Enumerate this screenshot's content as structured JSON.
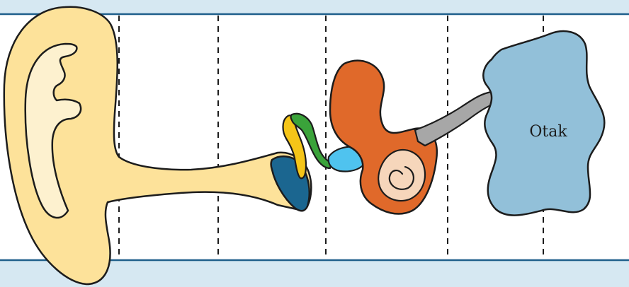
{
  "diagram": {
    "labels": {
      "brain": "Otak"
    },
    "colors": {
      "background": "#d6e8f2",
      "band": "#ffffff",
      "band_border": "#1f5f8b",
      "divider": "#1c1c1c",
      "outline": "#1c1c1c",
      "outer_ear": "#fde29a",
      "outer_ear_inner": "#fdf1cf",
      "eardrum": "#1b6690",
      "malleus": "#f5c518",
      "incus": "#3aa33a",
      "stapes": "#4fc3ef",
      "cochlea": "#e0692a",
      "cochlea_inner": "#f6d6bb",
      "auditory_nerve": "#a7a7a7",
      "brain": "#92c0d9"
    },
    "parts": [
      "outer-ear",
      "ear-canal",
      "eardrum",
      "malleus",
      "incus",
      "stapes",
      "cochlea",
      "auditory-nerve",
      "brain"
    ]
  }
}
